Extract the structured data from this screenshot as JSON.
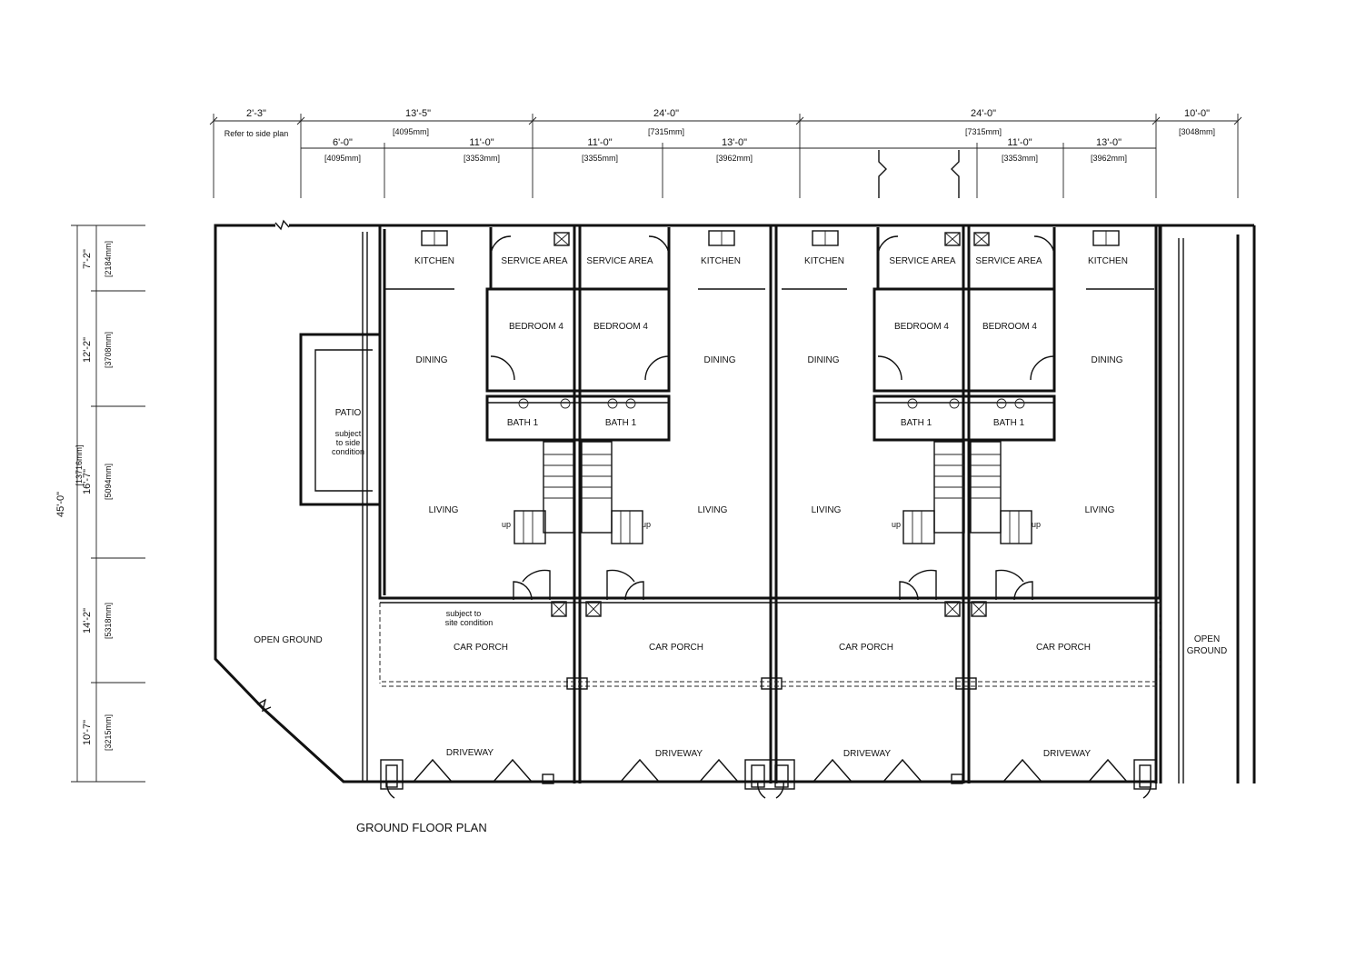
{
  "title": "GROUND FLOOR PLAN",
  "rooms": {
    "kitchen": "KITCHEN",
    "service_area": "SERVICE AREA",
    "bedroom4": "BEDROOM 4",
    "dining": "DINING",
    "bath1": "BATH 1",
    "living": "LIVING",
    "car_porch": "CAR PORCH",
    "driveway": "DRIVEWAY",
    "patio": "PATIO",
    "open_ground": "OPEN GROUND",
    "open_ground_right_1": "OPEN",
    "open_ground_right_2": "GROUND",
    "up": "up"
  },
  "notes": {
    "patio_1": "subject",
    "patio_2": "to side",
    "patio_3": "condition",
    "porch_1": "subject to",
    "porch_2": "site condition",
    "refer": "Refer to side plan"
  },
  "dims_top": {
    "d1": "2'-3\"",
    "d2": "13'-5\"",
    "d2mm": "[4095mm]",
    "d3": "24'-0\"",
    "d3mm": "[7315mm]",
    "d4": "24'-0\"",
    "d4mm": "[7315mm]",
    "d5": "10'-0\"",
    "d5mm": "[3048mm]",
    "s1": "6'-0\"",
    "s1mm": "[4095mm]",
    "s2": "11'-0\"",
    "s2mm": "[3353mm]",
    "s3": "11'-0\"",
    "s3mm": "[3355mm]",
    "s4": "13'-0\"",
    "s4mm": "[3962mm]",
    "s5": "11'-0\"",
    "s5mm": "[3353mm]",
    "s6": "13'-0\"",
    "s6mm": "[3962mm]"
  },
  "dims_left": {
    "total": "45'-0\"",
    "totalmm": "[13716mm]",
    "l1": "7'-2\"",
    "l1mm": "[2184mm]",
    "l2": "12'-2\"",
    "l2mm": "[3708mm]",
    "l3": "16'-7\"",
    "l3mm": "[5094mm]",
    "l4": "14'-2\"",
    "l4mm": "[5318mm]",
    "l5": "10'-7\"",
    "l5mm": "[3215mm]"
  }
}
